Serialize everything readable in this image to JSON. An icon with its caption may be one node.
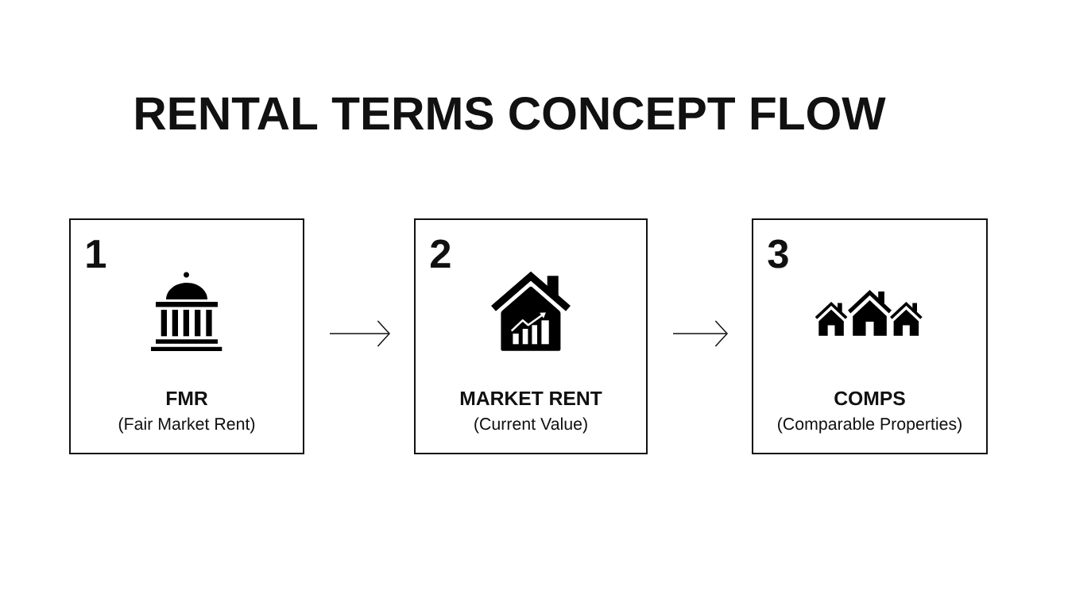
{
  "diagram": {
    "title": "RENTAL TERMS CONCEPT FLOW",
    "nodes": [
      {
        "text": [
          "1",
          "FMR",
          "(Fair Market Rent)"
        ]
      },
      {
        "text": [
          "2",
          "MARKET RENT",
          "(Current Value)"
        ]
      },
      {
        "text": [
          "3",
          "COMPS",
          "(Comparable Properties)"
        ]
      }
    ],
    "edges": [
      {
        "from": 0,
        "to": 1,
        "arrow": "to"
      },
      {
        "from": 1,
        "to": 2,
        "arrow": "to"
      }
    ]
  }
}
